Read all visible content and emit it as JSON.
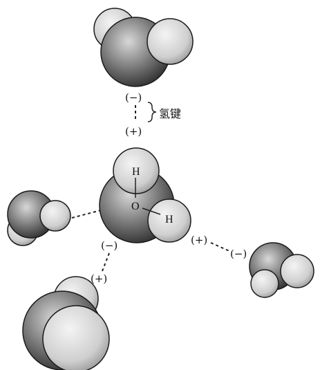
{
  "labels": {
    "minus": "(−)",
    "plus": "(+)",
    "hydrogen_bond": "氢键",
    "H": "H",
    "O": "O"
  },
  "colors": {
    "outline": "#1a1a1a",
    "hydrogen_light": "#dcdcdc",
    "oxygen_dark": "#4a4a4a"
  }
}
